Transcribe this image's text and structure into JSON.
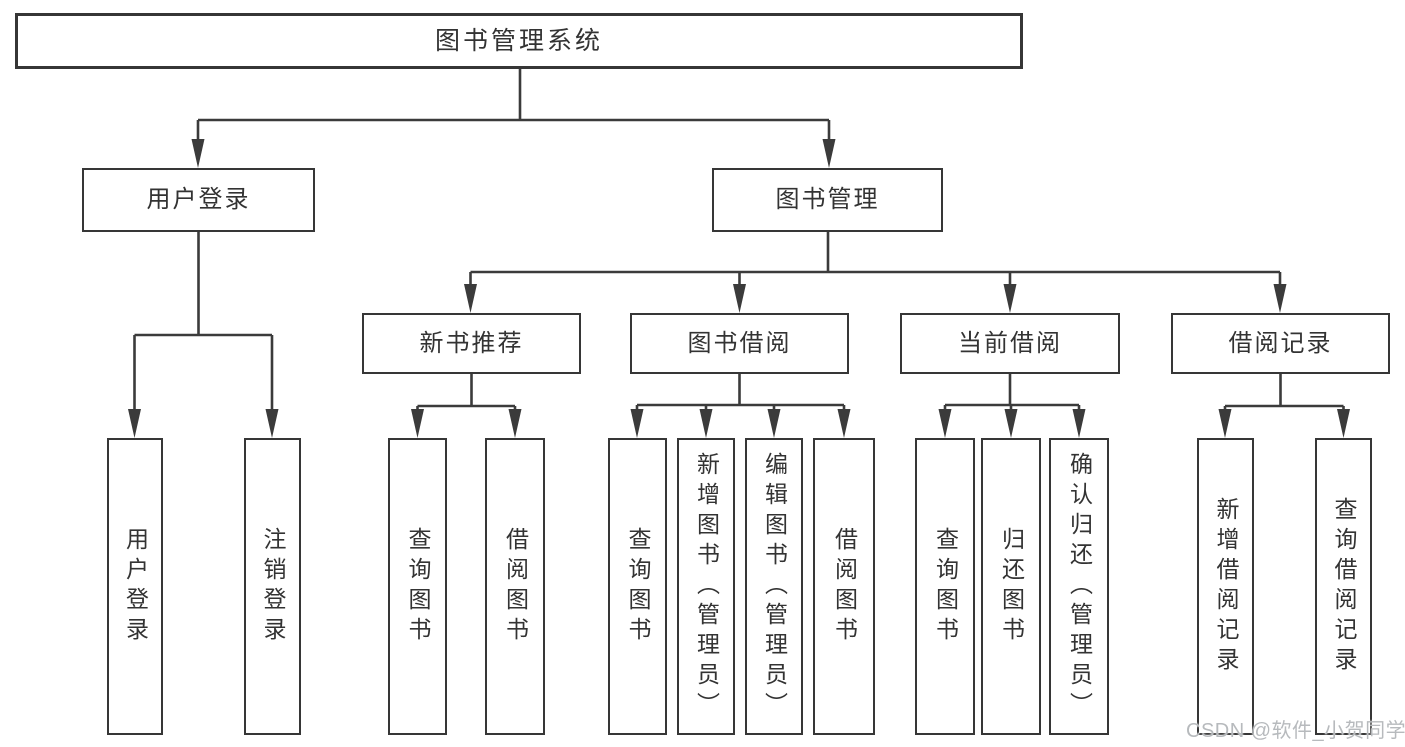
{
  "diagram": {
    "type": "hierarchy-tree",
    "root": {
      "label": "图书管理系统",
      "children": [
        {
          "label": "用户登录",
          "children": [
            {
              "label": "用户登录"
            },
            {
              "label": "注销登录"
            }
          ]
        },
        {
          "label": "图书管理",
          "children": [
            {
              "label": "新书推荐",
              "children": [
                {
                  "label": "查询图书"
                },
                {
                  "label": "借阅图书"
                }
              ]
            },
            {
              "label": "图书借阅",
              "children": [
                {
                  "label": "查询图书"
                },
                {
                  "label": "新增图书（管理员）"
                },
                {
                  "label": "编辑图书（管理员）"
                },
                {
                  "label": "借阅图书"
                }
              ]
            },
            {
              "label": "当前借阅",
              "children": [
                {
                  "label": "查询图书"
                },
                {
                  "label": "归还图书"
                },
                {
                  "label": "确认归还（管理员）"
                }
              ]
            },
            {
              "label": "借阅记录",
              "children": [
                {
                  "label": "新增借阅记录"
                },
                {
                  "label": "查询借阅记录"
                }
              ]
            }
          ]
        }
      ]
    }
  },
  "watermark": {
    "text": "CSDN @软件_小贺同学"
  },
  "colors": {
    "background": "#ffffff",
    "line": "#3b3b3b",
    "box_border": "#363636",
    "text": "#333333",
    "watermark_text": "#b7babd"
  }
}
